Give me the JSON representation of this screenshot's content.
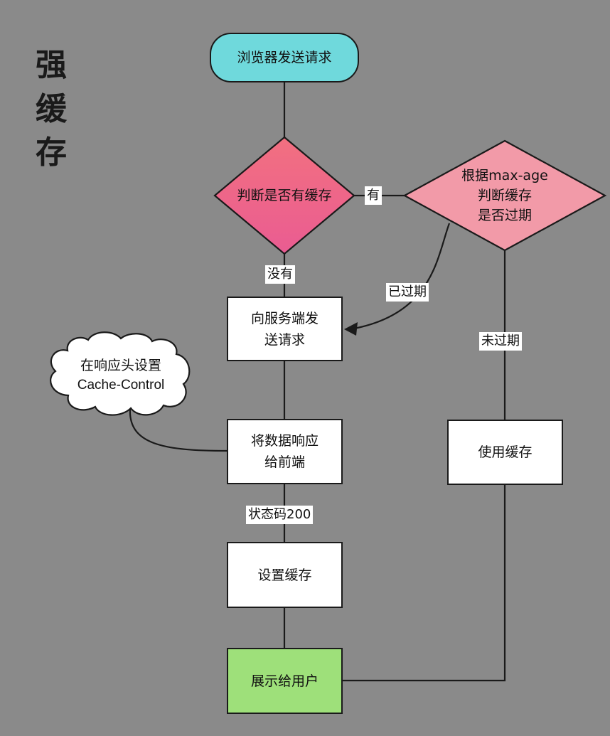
{
  "title": [
    "强",
    "缓",
    "存"
  ],
  "colors": {
    "background": "#8a8a8a",
    "start_fill": "#6fd9dc",
    "diamond1_fill_top": "#f27080",
    "diamond1_fill_bottom": "#ea5c92",
    "diamond2_fill": "#f29aa8",
    "end_fill": "#9ee07a"
  },
  "nodes": {
    "start": "浏览器发送请求",
    "check_cache": "判断是否有缓存",
    "check_expiry": "根据max-age\n判断缓存\n是否过期",
    "request_server": "向服务端发\n送请求",
    "respond": "将数据响应\n给前端",
    "set_cache": "设置缓存",
    "show_user": "展示给用户",
    "use_cache": "使用缓存"
  },
  "cloud": "在响应头设置\nCache-Control",
  "edges": {
    "has": "有",
    "none": "没有",
    "expired": "已过期",
    "not_expired": "未过期",
    "status_200": "状态码200"
  }
}
